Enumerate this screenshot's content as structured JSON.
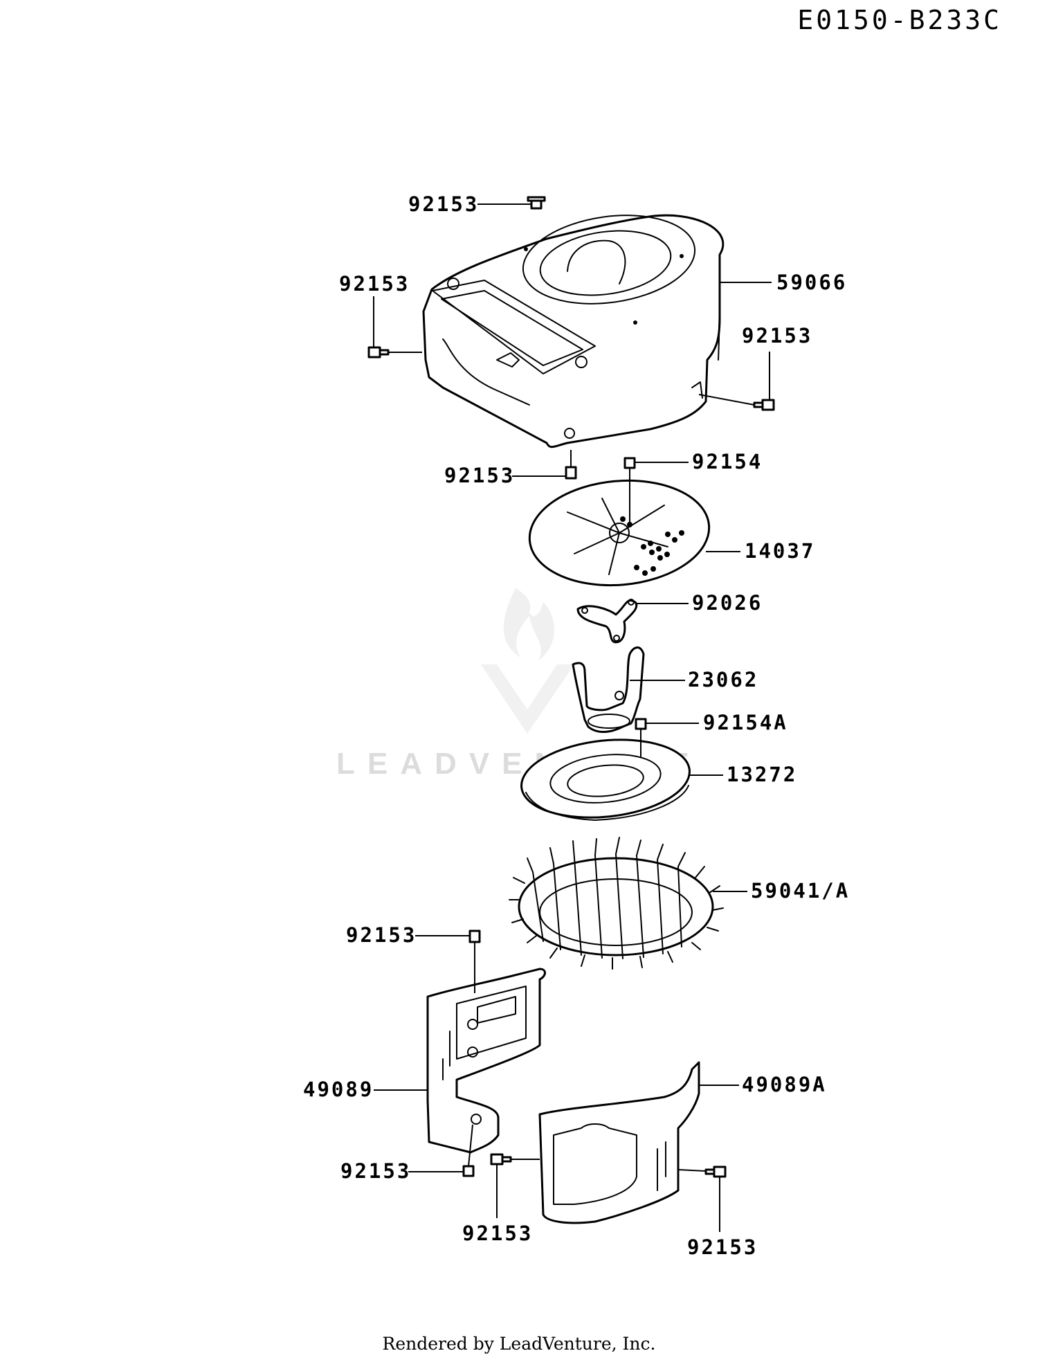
{
  "diagram": {
    "code": "E0150-B233C",
    "watermark_text": "LEADVENTURE",
    "footer": "Rendered by LeadVenture, Inc."
  },
  "callouts": [
    {
      "id": "c1",
      "label": "92153"
    },
    {
      "id": "c2",
      "label": "59066"
    },
    {
      "id": "c3",
      "label": "92153"
    },
    {
      "id": "c4",
      "label": "92153"
    },
    {
      "id": "c5",
      "label": "92153"
    },
    {
      "id": "c6",
      "label": "92154"
    },
    {
      "id": "c7",
      "label": "14037"
    },
    {
      "id": "c8",
      "label": "92026"
    },
    {
      "id": "c9",
      "label": "23062"
    },
    {
      "id": "c10",
      "label": "92154A"
    },
    {
      "id": "c11",
      "label": "13272"
    },
    {
      "id": "c12",
      "label": "59041/A"
    },
    {
      "id": "c13",
      "label": "92153"
    },
    {
      "id": "c14",
      "label": "49089"
    },
    {
      "id": "c15",
      "label": "49089A"
    },
    {
      "id": "c16",
      "label": "92153"
    },
    {
      "id": "c17",
      "label": "92153"
    },
    {
      "id": "c18",
      "label": "92153"
    }
  ]
}
